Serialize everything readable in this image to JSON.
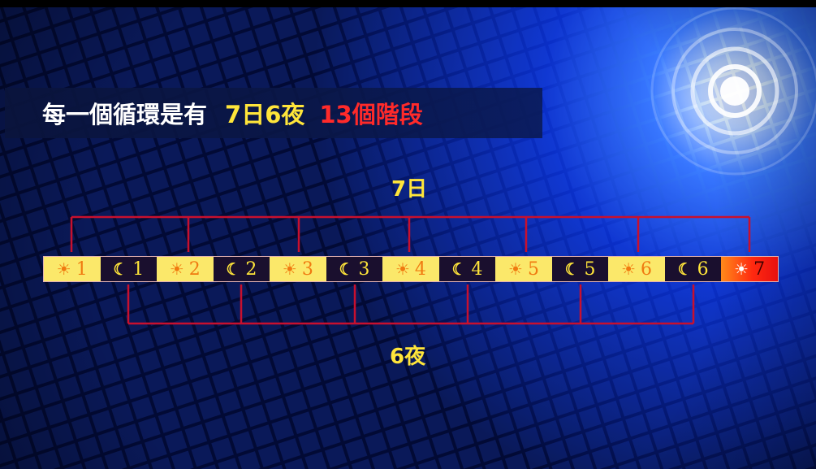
{
  "title": {
    "main": "每一個循環是有",
    "days_nights": "7日6夜",
    "stages": "13個階段"
  },
  "labels": {
    "days": "7日",
    "nights": "6夜"
  },
  "segments": [
    {
      "type": "day",
      "icon": "sun-icon",
      "symbol": "☀",
      "num": "1"
    },
    {
      "type": "night",
      "icon": "moon-icon",
      "symbol": "☾",
      "num": "1"
    },
    {
      "type": "day",
      "icon": "sun-icon",
      "symbol": "☀",
      "num": "2"
    },
    {
      "type": "night",
      "icon": "moon-icon",
      "symbol": "☾",
      "num": "2"
    },
    {
      "type": "day",
      "icon": "sun-icon",
      "symbol": "☀",
      "num": "3"
    },
    {
      "type": "night",
      "icon": "moon-icon",
      "symbol": "☾",
      "num": "3"
    },
    {
      "type": "day",
      "icon": "sun-icon",
      "symbol": "☀",
      "num": "4"
    },
    {
      "type": "night",
      "icon": "moon-icon",
      "symbol": "☾",
      "num": "4"
    },
    {
      "type": "day",
      "icon": "sun-icon",
      "symbol": "☀",
      "num": "5"
    },
    {
      "type": "night",
      "icon": "moon-icon",
      "symbol": "☾",
      "num": "5"
    },
    {
      "type": "day",
      "icon": "sun-icon",
      "symbol": "☀",
      "num": "6"
    },
    {
      "type": "night",
      "icon": "moon-icon",
      "symbol": "☾",
      "num": "6"
    },
    {
      "type": "final",
      "icon": "sun-icon",
      "symbol": "☀",
      "num": "7"
    }
  ],
  "colors": {
    "day_bg": "#fbe86a",
    "night_bg": "#1a0f2e",
    "final_bg": "#ff2a10",
    "bracket": "#c8102e",
    "highlight_yellow": "#ffe53a",
    "highlight_red": "#ff2a2a"
  }
}
